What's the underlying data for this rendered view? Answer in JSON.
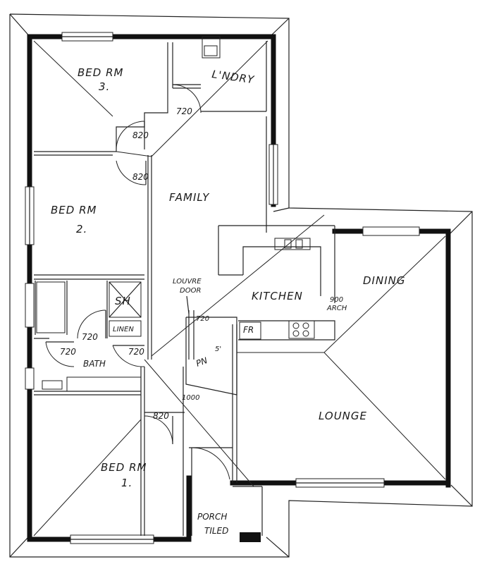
{
  "rooms": {
    "bed3_a": "BED RM",
    "bed3_b": "3.",
    "laundry": "L'NDRY",
    "family": "FAMILY",
    "bed2_a": "BED RM",
    "bed2_b": "2.",
    "shower": "SH",
    "linen": "LINEN",
    "bath": "BATH",
    "kitchen": "KITCHEN",
    "dining": "DINING",
    "lounge": "LOUNGE",
    "bed1_a": "BED RM",
    "bed1_b": "1.",
    "porch_a": "PORCH",
    "porch_b": "TILED",
    "fridge": "FR"
  },
  "notes": {
    "louvre_a": "LOUVRE",
    "louvre_b": "DOOR",
    "arch_a": "900",
    "arch_b": "ARCH",
    "pantry": "PN",
    "pantry2": "5'"
  },
  "door_widths": {
    "d_laundry": "720",
    "d_bed3": "820",
    "d_bed2": "820",
    "d_louvre": "720",
    "d_bath1": "720",
    "d_bath2": "720",
    "d_hall": "720",
    "d_bed1": "820",
    "d_entry": "1000"
  }
}
